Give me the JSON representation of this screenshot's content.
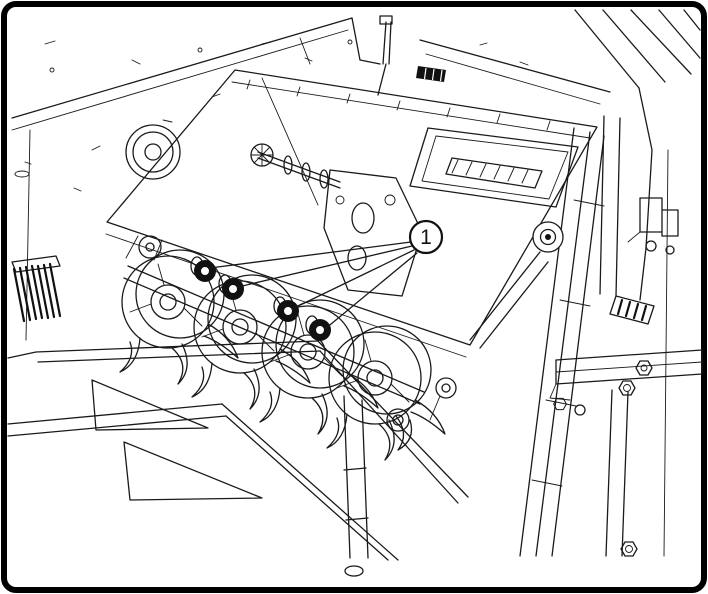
{
  "figure": {
    "callout": {
      "label": "1",
      "target": "drive-shaft-bushings",
      "target_count": 4
    },
    "colors": {
      "line": "#1a1a1a",
      "background": "#ffffff",
      "border": "#000000",
      "callout_fill": "#ffffff",
      "bushing_fill": "#111111"
    }
  }
}
